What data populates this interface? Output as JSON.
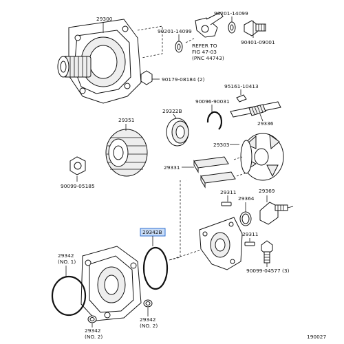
{
  "diagram": {
    "labels": {
      "p29300": "29300",
      "p90201a": "90201-14099",
      "p90201b": "90201-14099",
      "p90401": "90401-09001",
      "refer": [
        "REFER TO",
        "FIG 47-03",
        "(PNC 44743)"
      ],
      "p90179": "90179-08184 (2)",
      "p95161": "95161-10413",
      "p90096": "90096-90031",
      "p29322B": "29322B",
      "p29336": "29336",
      "p29351": "29351",
      "p29303": "29303",
      "p29331": "29331",
      "p90099a": "90099-05185",
      "p29311": "29311",
      "p29369": "29369",
      "p29364": "29364",
      "p29342B": "29342B",
      "p29342_1": [
        "29342",
        "(NO. 1)"
      ],
      "p29311b": "29311",
      "p90099b": "90099-04577 (3)",
      "p29342_2a": [
        "29342",
        "(NO. 2)"
      ],
      "p29342_2b": [
        "29342",
        "(NO. 2)"
      ],
      "fig": "190027"
    },
    "highlight_color": "#c8dcf7"
  }
}
